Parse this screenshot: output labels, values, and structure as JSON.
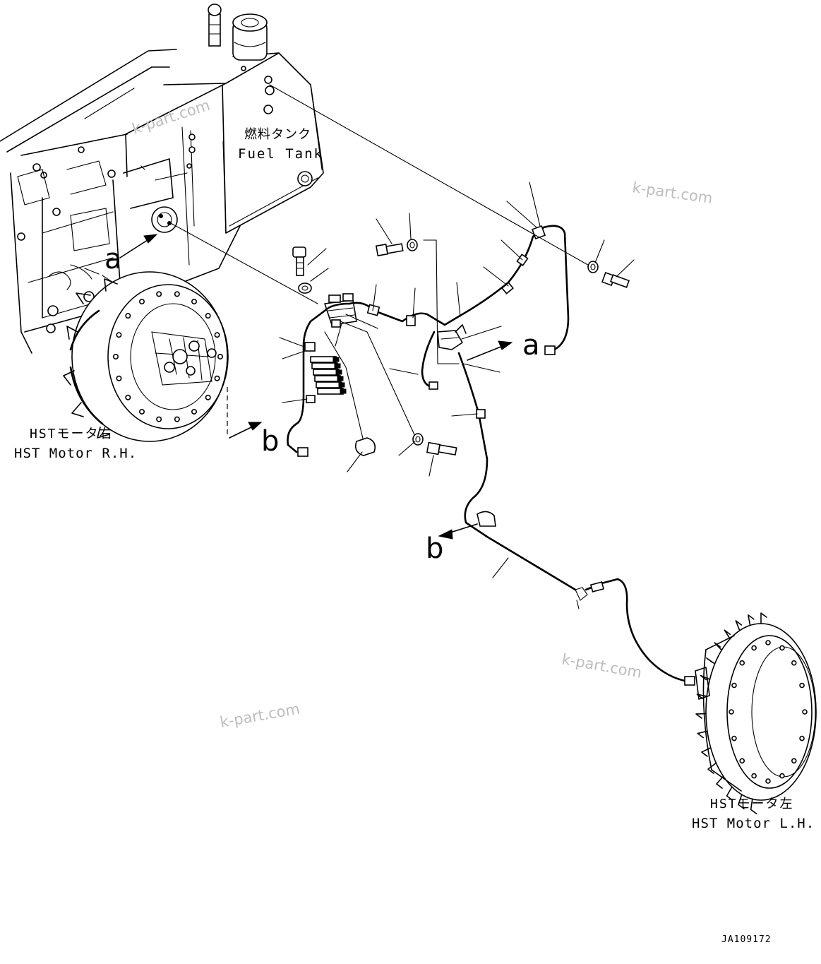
{
  "labels": {
    "fuel_tank_jp": "燃料タンク",
    "fuel_tank_en": "Fuel Tank",
    "motor_rh_jp": "HSTモータ右",
    "motor_rh_en": "HST Motor R.H.",
    "motor_lh_jp": "HSTモータ左",
    "motor_lh_en": "HST Motor L.H.",
    "view_a": "a",
    "view_b": "b",
    "drawing_number": "JA109172"
  },
  "watermark": "k-part.com"
}
